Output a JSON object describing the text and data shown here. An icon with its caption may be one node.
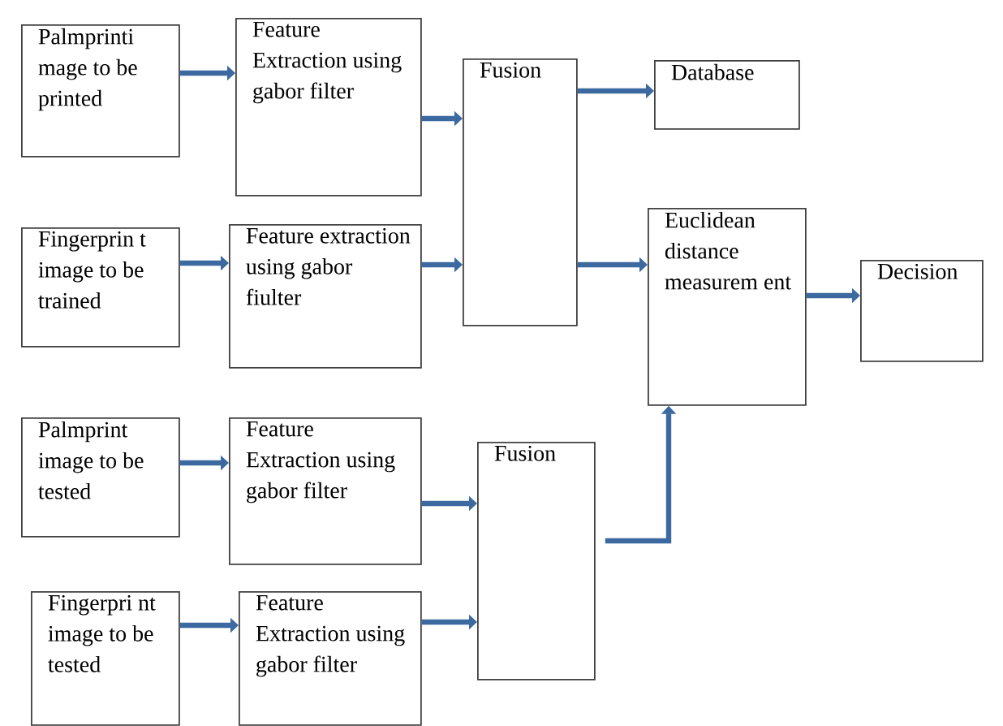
{
  "diagram": {
    "nodes": [
      {
        "text": [
          "Palmprinti mage to be printed"
        ]
      },
      {
        "text": [
          "Feature Extraction using gabor filter"
        ]
      },
      {
        "text": [
          "Fusion"
        ]
      },
      {
        "text": [
          "Database"
        ]
      },
      {
        "text": [
          "Fingerprin t image to be trained"
        ]
      },
      {
        "text": [
          "Feature extraction using gabor fiulter"
        ]
      },
      {
        "text": [
          "Euclidean distance measurem ent"
        ]
      },
      {
        "text": [
          "Decision"
        ]
      },
      {
        "text": [
          "Palmprint image to be tested"
        ]
      },
      {
        "text": [
          "Feature Extraction using gabor filter"
        ]
      },
      {
        "text": [
          "Fusion"
        ]
      },
      {
        "text": [
          "Fingerpri nt image to be tested"
        ]
      },
      {
        "text": [
          "Feature Extraction using gabor filter"
        ]
      }
    ],
    "edges": [
      {
        "from": 0,
        "to": 1,
        "arrow": "to"
      },
      {
        "from": 1,
        "to": 2,
        "arrow": "to"
      },
      {
        "from": 2,
        "to": 3,
        "arrow": "to"
      },
      {
        "from": 4,
        "to": 5,
        "arrow": "to"
      },
      {
        "from": 5,
        "to": 2,
        "arrow": "to"
      },
      {
        "from": 2,
        "to": 6,
        "arrow": "to"
      },
      {
        "from": 6,
        "to": 7,
        "arrow": "to"
      },
      {
        "from": 8,
        "to": 9,
        "arrow": "to"
      },
      {
        "from": 9,
        "to": 10,
        "arrow": "to"
      },
      {
        "from": 11,
        "to": 12,
        "arrow": "to"
      },
      {
        "from": 12,
        "to": 10,
        "arrow": "to"
      },
      {
        "from": 10,
        "to": 6,
        "arrow": "to"
      }
    ]
  }
}
